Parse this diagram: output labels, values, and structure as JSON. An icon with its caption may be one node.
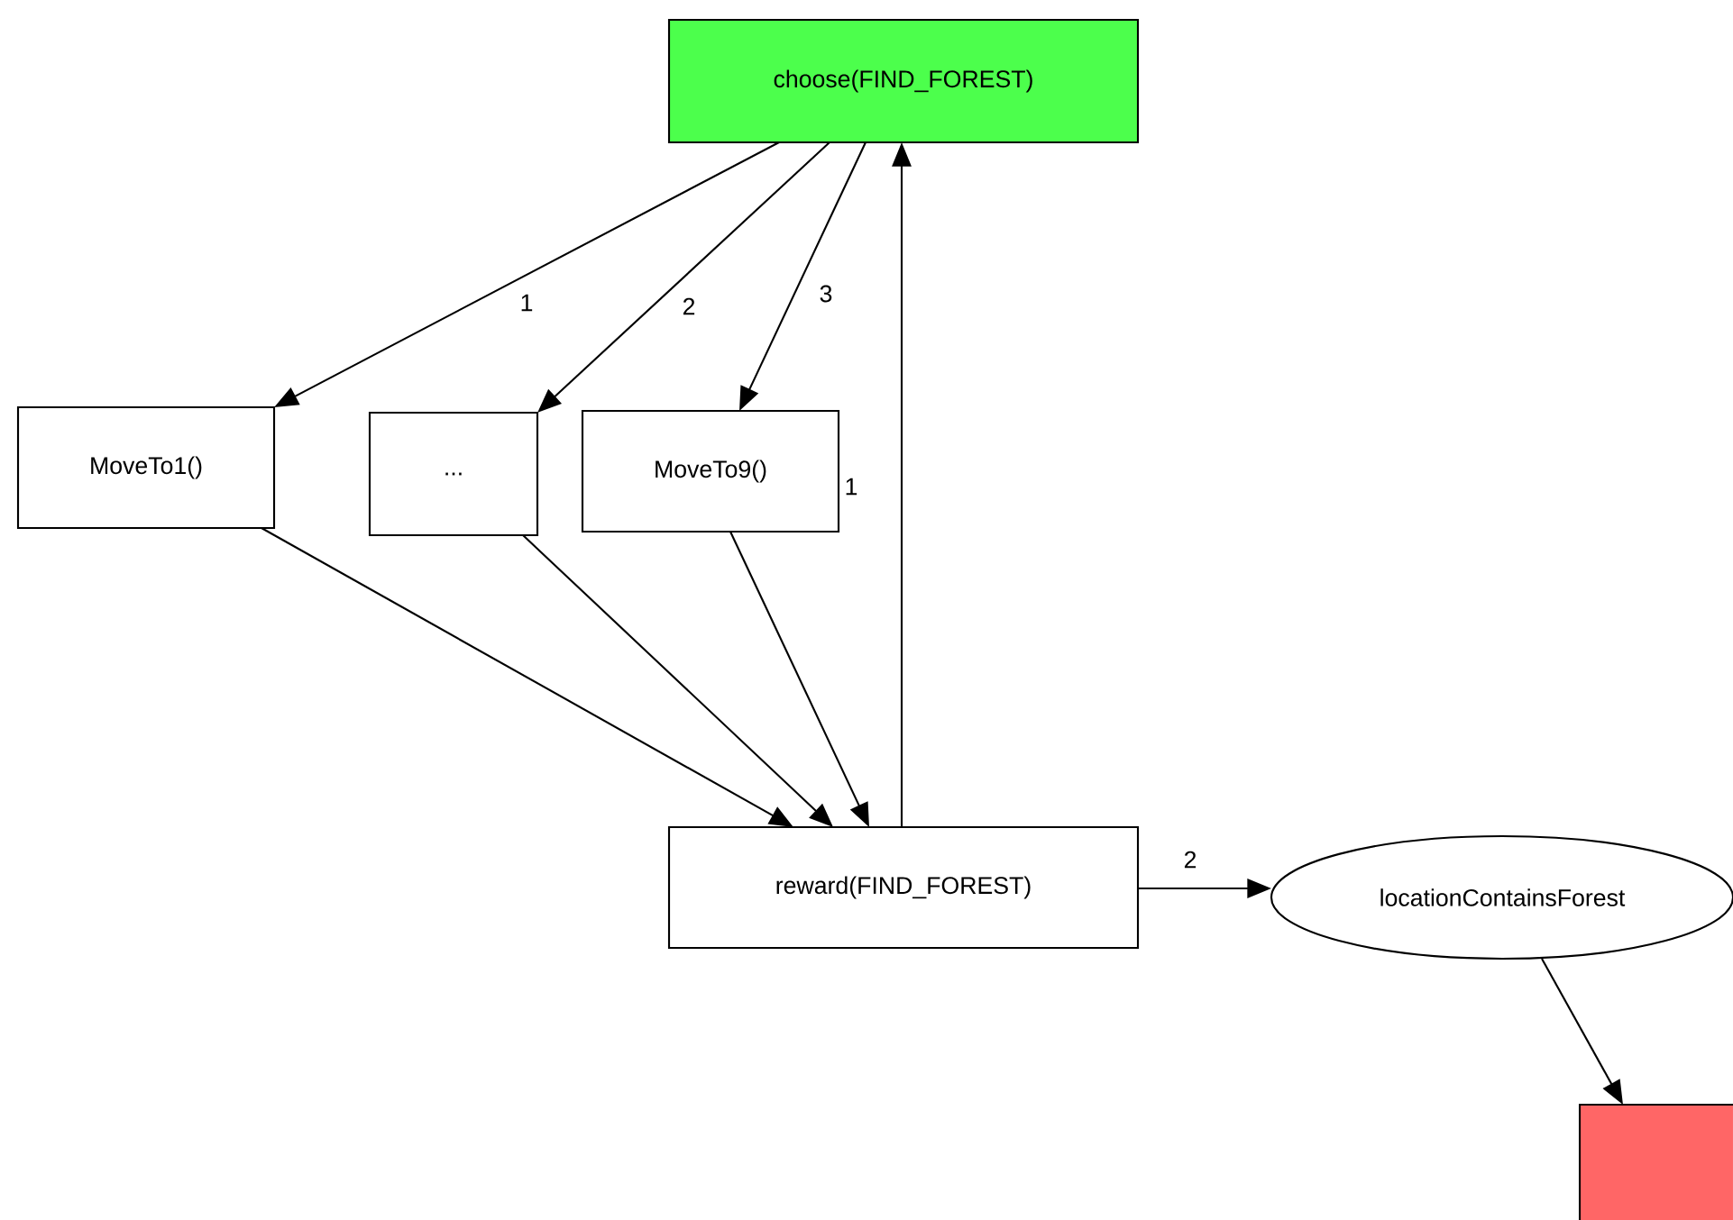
{
  "diagram": {
    "nodes": [
      {
        "text": [
          "choose(FIND_FOREST)"
        ]
      },
      {
        "text": [
          "MoveTo1()"
        ]
      },
      {
        "text": [
          "..."
        ]
      },
      {
        "text": [
          "MoveTo9()"
        ]
      },
      {
        "text": [
          "reward(FIND_FOREST)"
        ]
      },
      {
        "text": [
          "locationContainsForest"
        ]
      },
      {
        "text": [],
        "shape": "box"
      }
    ],
    "edges": [
      {
        "from": 0,
        "to": 1,
        "arrow": "to",
        "label": "1"
      },
      {
        "from": 0,
        "to": 2,
        "arrow": "to",
        "label": "2"
      },
      {
        "from": 0,
        "to": 3,
        "arrow": "to",
        "label": "3"
      },
      {
        "from": 1,
        "to": 4,
        "arrow": "to"
      },
      {
        "from": 2,
        "to": 4,
        "arrow": "to"
      },
      {
        "from": 3,
        "to": 4,
        "arrow": "to"
      },
      {
        "from": 4,
        "to": 0,
        "arrow": "to",
        "label": "1"
      },
      {
        "from": 4,
        "to": 5,
        "arrow": "to",
        "label": "2"
      },
      {
        "from": 5,
        "to": 6,
        "arrow": "to"
      }
    ]
  }
}
